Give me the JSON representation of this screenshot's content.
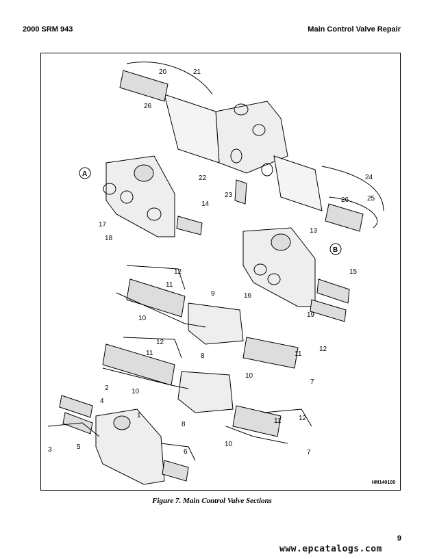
{
  "header": {
    "left": "2000 SRM 943",
    "right": "Main Control Valve Repair"
  },
  "figure": {
    "caption": "Figure 7. Main Control Valve Sections",
    "drawing_id": "HM140109",
    "view_labels": [
      "A",
      "B"
    ],
    "callouts": [
      "1",
      "2",
      "3",
      "4",
      "5",
      "6",
      "7",
      "8",
      "9",
      "10",
      "11",
      "12",
      "13",
      "14",
      "15",
      "16",
      "17",
      "18",
      "19",
      "20",
      "21",
      "22",
      "23",
      "24",
      "25",
      "26"
    ]
  },
  "footer": {
    "page_number": "9",
    "watermark": "www.epcatalogs.com"
  }
}
